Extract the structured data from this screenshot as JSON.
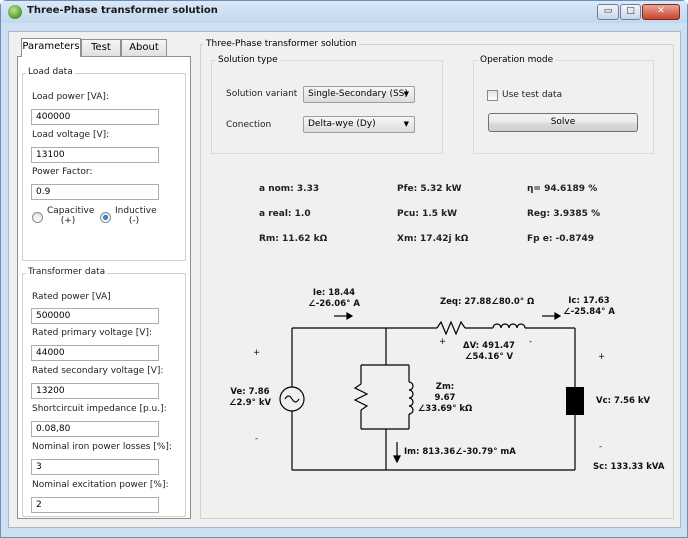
{
  "window": {
    "title": "Three-Phase transformer solution",
    "controls": {
      "min": "▭",
      "max": "□",
      "close": "✕"
    }
  },
  "tabs": [
    {
      "label": "Parameters",
      "active": true
    },
    {
      "label": "Test",
      "active": false
    },
    {
      "label": "About",
      "active": false
    }
  ],
  "load_data": {
    "title": "Load data",
    "load_power_label": "Load power [VA]:",
    "load_power_value": "400000",
    "load_voltage_label": "Load voltage [V]:",
    "load_voltage_value": "13100",
    "power_factor_label": "Power Factor:",
    "power_factor_value": "0.9",
    "capacitive_label": "Capacitive\n(+)",
    "inductive_label": "Inductive\n(-)",
    "selected_mode": "Inductive"
  },
  "transformer_data": {
    "title": "Transformer data",
    "rated_power_label": "Rated power  [VA]",
    "rated_power_value": "500000",
    "rated_primary_label": "Rated primary voltage [V]:",
    "rated_primary_value": "44000",
    "rated_secondary_label": "Rated secondary voltage [V]:",
    "rated_secondary_value": "13200",
    "shortcircuit_label": "Shortcircuit impedance [p.u.]:",
    "shortcircuit_value": "0.08,80",
    "iron_losses_label": "Nominal iron power losses [%]:",
    "iron_losses_value": "3",
    "excitation_label": "Nominal excitation power [%]:",
    "excitation_value": "2"
  },
  "solution": {
    "group_title": "Three-Phase transformer solution",
    "type_title": "Solution type",
    "variant_label": "Solution variant",
    "variant_value": "Single-Secondary (SS)",
    "connection_label": "Conection",
    "connection_value": "Delta-wye (Dy)",
    "operation_title": "Operation mode",
    "use_test_label": "Use test data",
    "use_test_checked": false,
    "solve_label": "Solve"
  },
  "results": {
    "a_nom": "a nom: 3.33",
    "pfe": "Pfe: 5.32 kW",
    "eta": "η= 94.6189 %",
    "a_real": "a real: 1.0",
    "pcu": "Pcu: 1.5 kW",
    "reg": "Reg: 3.9385 %",
    "rm": "Rm: 11.62 kΩ",
    "xm": "Xm: 17.42j kΩ",
    "fp": "Fp e: -0.8749"
  },
  "circuit": {
    "ie_line1": "Ie: 18.44",
    "ie_line2": "∠-26.06° A",
    "zeq": "Zeq: 27.88∠80.0° Ω",
    "ic_line1": "Ic: 17.63",
    "ic_line2": "∠-25.84° A",
    "dv_plus": "+",
    "dv_minus": "-",
    "dv_line1": "ΔV: 491.47",
    "dv_line2": "∠54.16° V",
    "ve_plus": "+",
    "ve_minus": "-",
    "ve_line1": "Ve: 7.86",
    "ve_line2": "∠2.9° kV",
    "zm_line1": "Zm:",
    "zm_line2": "9.67",
    "zm_line3": "∠33.69° kΩ",
    "vc_plus": "+",
    "vc_minus": "-",
    "vc": "Vc: 7.56 kV",
    "im": "Im: 813.36∠-30.79° mA",
    "sc": "Sc: 133.33 kVA"
  }
}
